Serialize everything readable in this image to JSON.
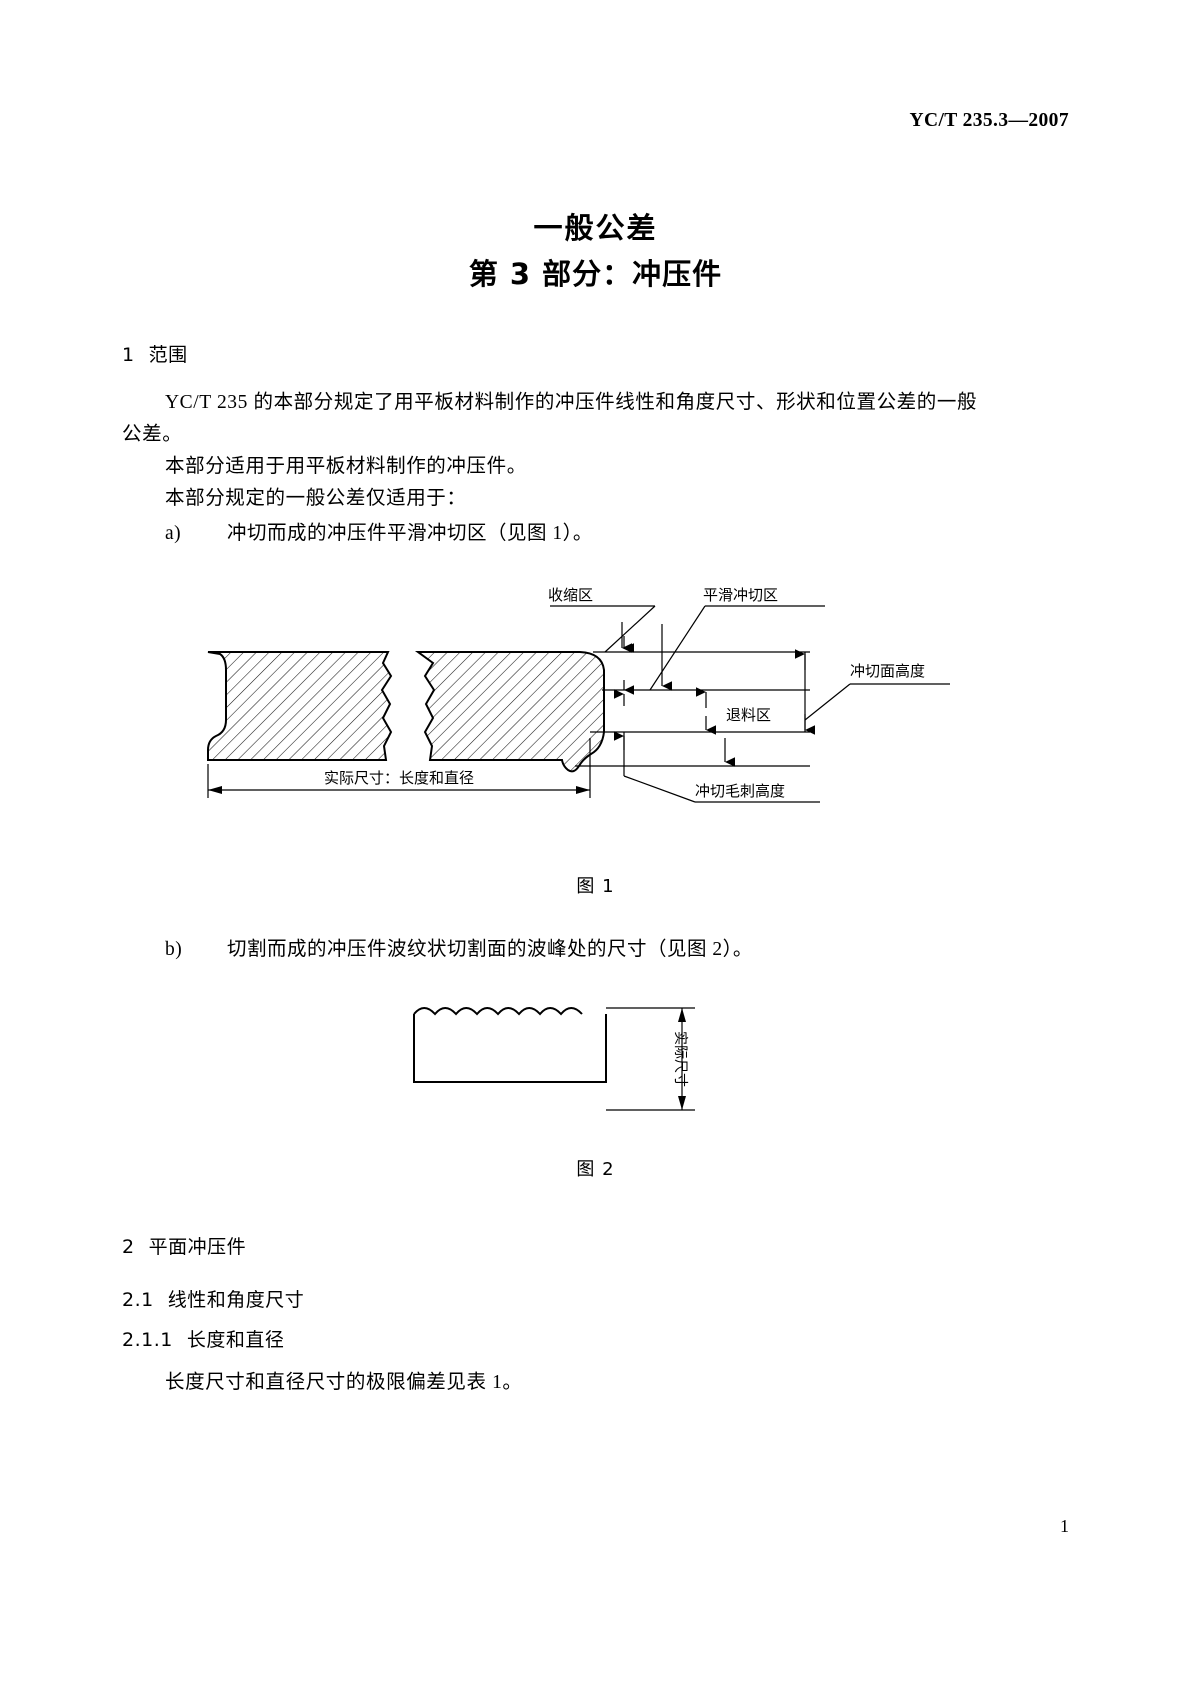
{
  "header": {
    "standard_code": "YC/T 235.3—2007"
  },
  "title": {
    "line1": "一般公差",
    "line2": "第 3 部分：冲压件"
  },
  "sections": [
    {
      "number": "1",
      "heading": "范围",
      "paragraphs": [
        "YC/T 235 的本部分规定了用平板材料制作的冲压件线性和角度尺寸、形状和位置公差的一般",
        "公差。",
        "本部分适用于用平板材料制作的冲压件。",
        "本部分规定的一般公差仅适用于："
      ],
      "items": [
        {
          "marker": "a)",
          "text": "冲切而成的冲压件平滑冲切区（见图 1）。"
        },
        {
          "marker": "b)",
          "text": "切割而成的冲压件波纹状切割面的波峰处的尺寸（见图 2）。"
        }
      ]
    },
    {
      "number": "2",
      "heading": "平面冲压件"
    },
    {
      "number": "2.1",
      "heading": "线性和角度尺寸"
    },
    {
      "number": "2.1.1",
      "heading": "长度和直径",
      "paragraphs": [
        "长度尺寸和直径尺寸的极限偏差见表 1。"
      ]
    }
  ],
  "figure1": {
    "caption": "图 1",
    "labels": {
      "shrink_zone": "收缩区",
      "smooth_zone": "平滑冲切区",
      "face_height": "冲切面高度",
      "strip_zone": "退料区",
      "burr_height": "冲切毛刺高度",
      "actual_size": "实际尺寸：长度和直径"
    }
  },
  "figure2": {
    "caption": "图 2",
    "labels": {
      "actual_size": "实际尺寸"
    }
  },
  "footer": {
    "page_number": "1"
  },
  "colors": {
    "ink": "#000000",
    "paper": "#ffffff",
    "hatch": "#1a1a1a"
  }
}
